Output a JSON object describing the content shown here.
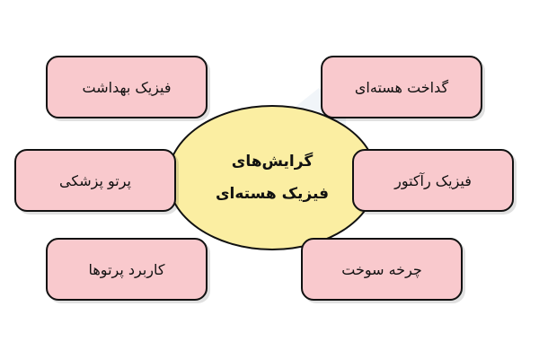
{
  "diagram": {
    "center": {
      "line1": "گرایش‌های",
      "line2": "فیزیک هسته‌ای"
    },
    "branches": [
      {
        "label": "فیزیک بهداشت"
      },
      {
        "label": "پرتو پزشکی"
      },
      {
        "label": "کاربرد پرتوها"
      },
      {
        "label": "گداخت هسته‌ای"
      },
      {
        "label": "فیزیک رآکتور"
      },
      {
        "label": "چرخه سوخت"
      }
    ]
  },
  "colors": {
    "center_fill": "#fbeea2",
    "box_fill": "#f9c9cd",
    "outline": "#111111"
  }
}
